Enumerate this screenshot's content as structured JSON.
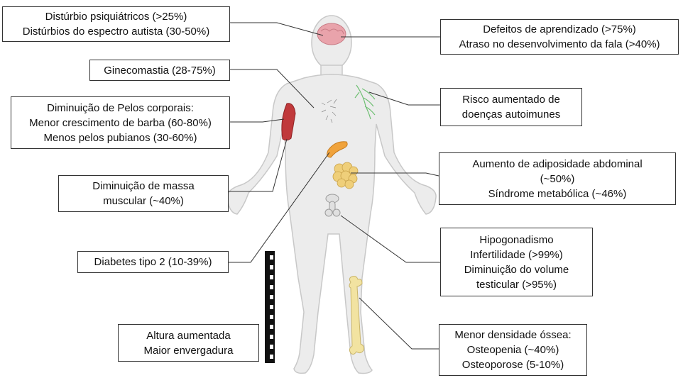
{
  "labels": {
    "psychiatric": [
      "Distúrbio psiquiátricos (>25%)",
      "Distúrbios do espectro autista (30-50%)"
    ],
    "learning": [
      "Defeitos de aprendizado (>75%)",
      "Atraso no desenvolvimento da fala (>40%)"
    ],
    "gynecomastia": [
      "Ginecomastia (28-75%)"
    ],
    "body_hair": [
      "Diminuição de Pelos corporais:",
      "Menor crescimento de barba (60-80%)",
      "Menos pelos pubianos  (30-60%)"
    ],
    "autoimmune": [
      "Risco aumentado de",
      "doenças autoimunes"
    ],
    "adiposity": [
      "Aumento de adiposidade abdominal",
      "(~50%)",
      "Síndrome metabólica (~46%)"
    ],
    "muscle": [
      "Diminuição de massa",
      "muscular (~40%)"
    ],
    "diabetes": [
      "Diabetes tipo 2 (10-39%)"
    ],
    "hypogonadism": [
      "Hipogonadismo",
      "Infertilidade (>99%)",
      "Diminuição do volume",
      "testicular (>95%)"
    ],
    "height": [
      "Altura aumentada",
      "Maior envergadura"
    ],
    "bone": [
      "Menor densidade óssea:",
      "Osteopenia (~40%)",
      "Osteoporose (5-10%)"
    ]
  },
  "colors": {
    "body_fill": "#ececec",
    "body_stroke": "#c8c8c8",
    "brain": "#e9a3ab",
    "muscle": "#c0393b",
    "pancreas": "#f0a33c",
    "fat": "#efcf7a",
    "bone": "#f2e3a1",
    "nerves": "#6fbf73",
    "line": "#333333"
  }
}
